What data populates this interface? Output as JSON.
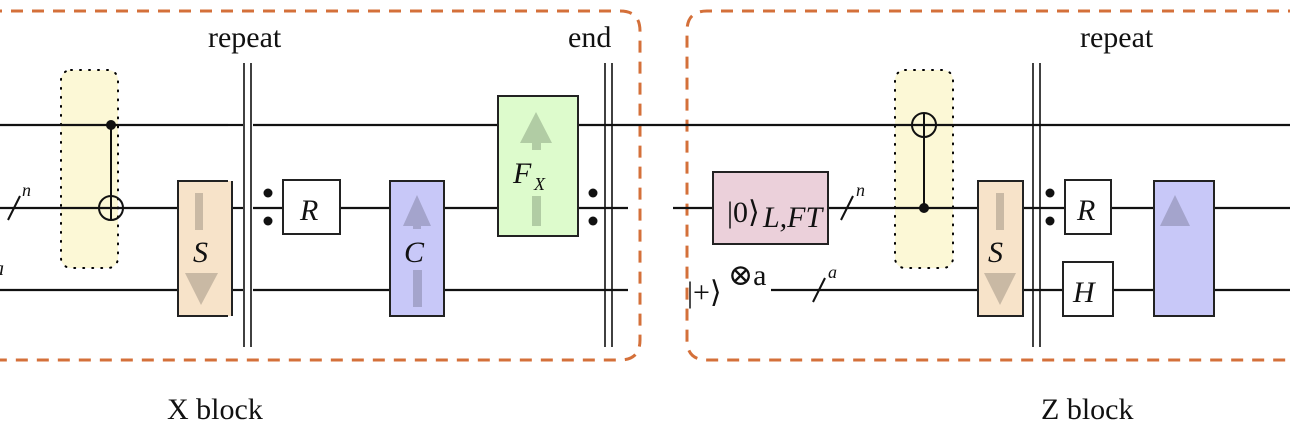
{
  "blocks": [
    {
      "label": "X block",
      "repeat_label": "repeat",
      "end_label": "end"
    },
    {
      "label": "Z block",
      "repeat_label": "repeat"
    }
  ],
  "gates": {
    "S": "S",
    "R": "R",
    "C": "C",
    "H": "H",
    "FX_main": "F",
    "FX_sub": "X",
    "ket0": "|0⟩",
    "ket0_sub": "L,FT",
    "plus": "|+⟩",
    "plus_sup": "⊗a",
    "n": "n",
    "a": "a"
  },
  "colors": {
    "block_border": "#d4703a",
    "cnot_bg": "#fcf8d6",
    "S_fill": "#f7e3c9",
    "C_fill": "#c8c8f8",
    "FX_fill": "#ddfbcc",
    "ket0_fill": "#ebd0da"
  }
}
